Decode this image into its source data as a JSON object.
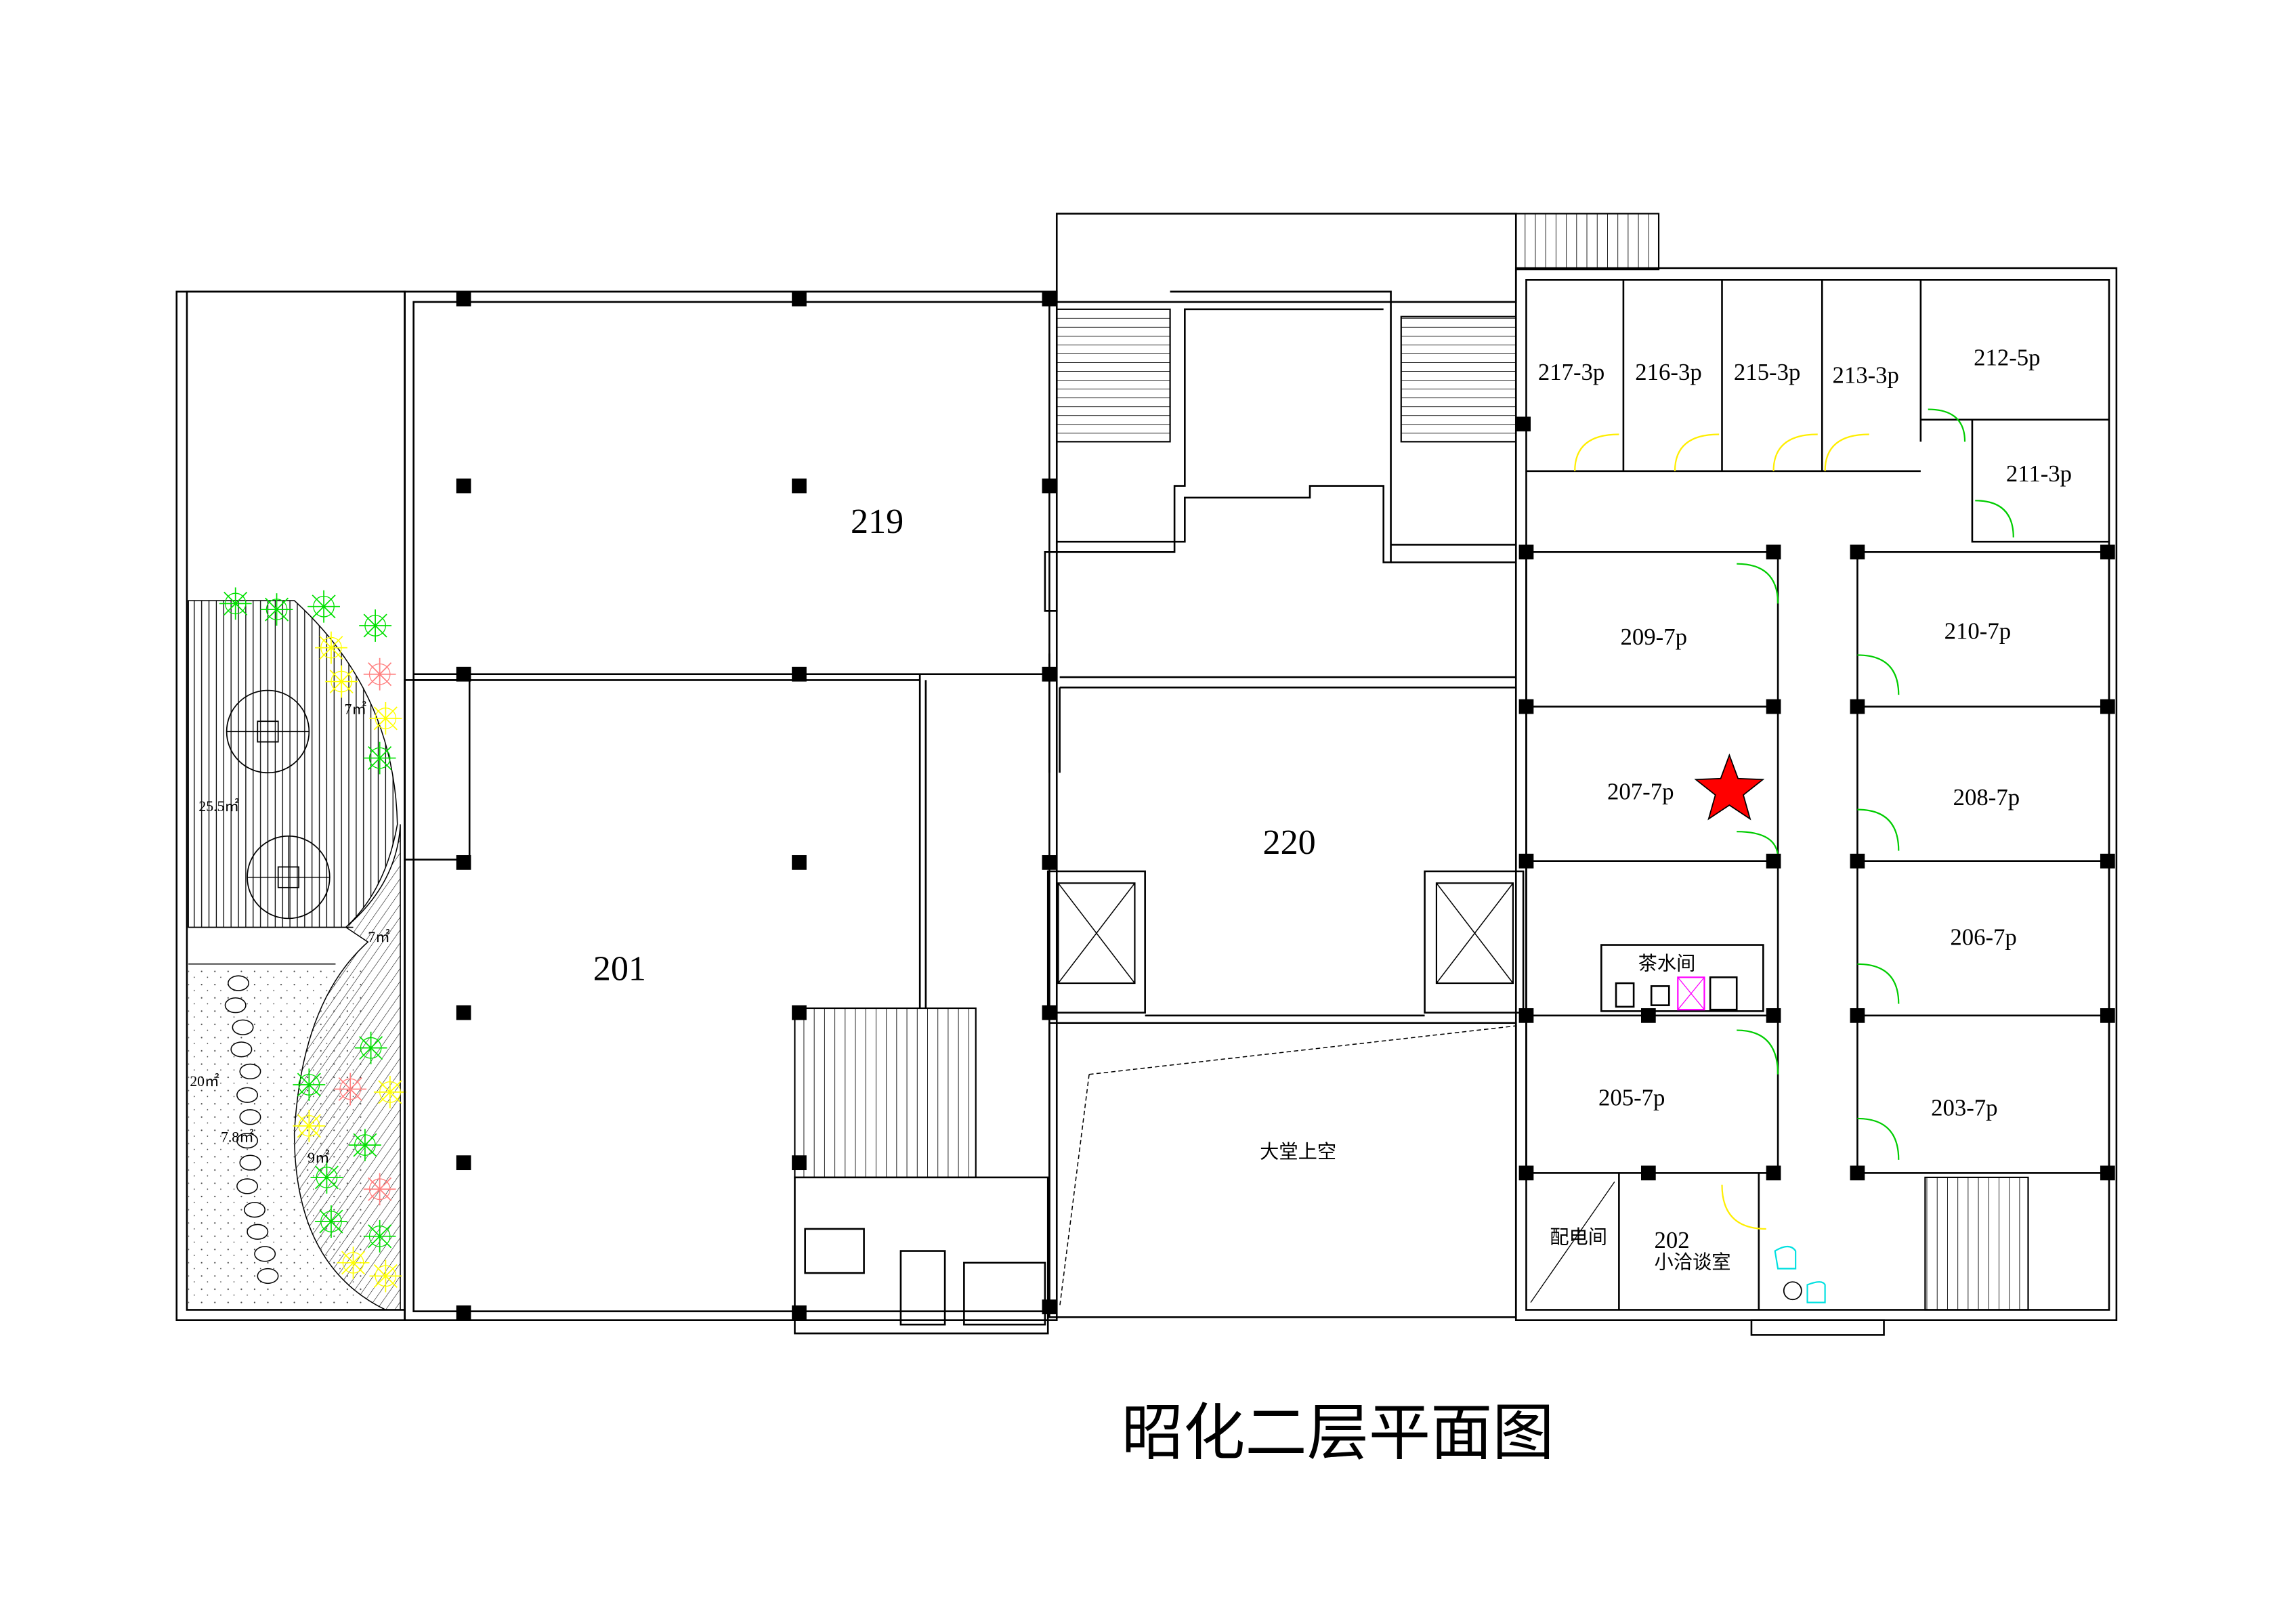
{
  "title": "昭化二层平面图",
  "rooms": {
    "r219": "219",
    "r201": "201",
    "r220": "220",
    "r217": "217-3p",
    "r216": "216-3p",
    "r215": "215-3p",
    "r213": "213-3p",
    "r212": "212-5p",
    "r211": "211-3p",
    "r209": "209-7p",
    "r210": "210-7p",
    "r207": "207-7p",
    "r208": "208-7p",
    "r206": "206-7p",
    "r205": "205-7p",
    "r203": "203-7p",
    "r202": "202",
    "r202_name": "小洽谈室",
    "tea": "茶水间",
    "power": "配电间",
    "lobby": "大堂上空"
  },
  "garden": {
    "a1": "25.5㎡",
    "a2": "7㎡",
    "a3": "7㎡",
    "a4": "20㎡",
    "a5": "7.8㎡",
    "a6": "9㎡"
  },
  "colors": {
    "marker_star": "#ff0000",
    "door_green": "#00cc00",
    "door_yellow": "#ffee00",
    "plant_green": "#00e000",
    "plant_yellow": "#ffff00",
    "plant_pink": "#ff8080",
    "fixture_cyan": "#00e0e0",
    "fixture_magenta": "#ff00ff"
  }
}
